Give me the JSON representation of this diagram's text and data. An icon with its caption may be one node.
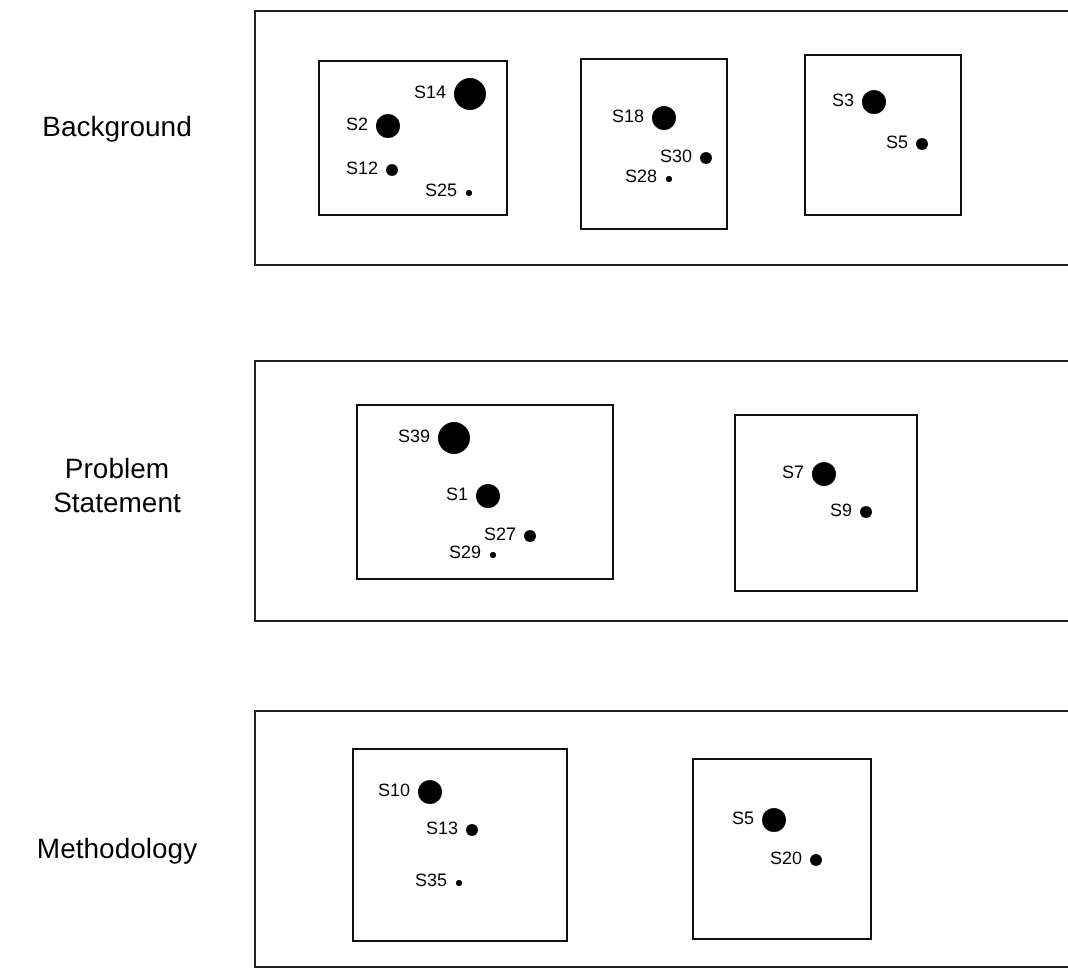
{
  "diagram": {
    "nodes": [
      {
        "text": [
          "Background"
        ]
      },
      {
        "text": [
          "S14",
          "S2",
          "S12",
          "S25"
        ],
        "in": 0
      },
      {
        "text": [
          "S18",
          "S30",
          "S28"
        ],
        "in": 0
      },
      {
        "text": [
          "S3",
          "S5"
        ],
        "in": 0
      },
      {
        "text": [
          "Problem Statement"
        ]
      },
      {
        "text": [
          "S39",
          "S1",
          "S27",
          "S29"
        ],
        "in": 4
      },
      {
        "text": [
          "S7",
          "S9"
        ],
        "in": 4
      },
      {
        "text": [
          "Methodology"
        ]
      },
      {
        "text": [
          "S10",
          "S13",
          "S35"
        ],
        "in": 7
      },
      {
        "text": [
          "S5",
          "S20"
        ],
        "in": 7
      }
    ],
    "edges": []
  }
}
